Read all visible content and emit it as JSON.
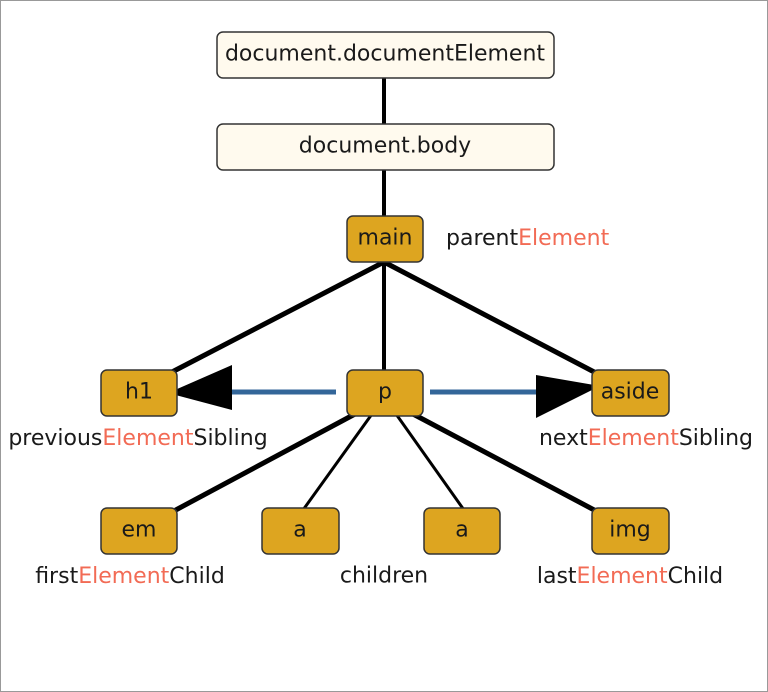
{
  "colors": {
    "doc_node_fill": "#fffaee",
    "element_node_fill": "#dda520",
    "node_stroke": "#333333",
    "tree_line": "#000000",
    "sibling_line": "#336699",
    "highlight_text": "#f26b55"
  },
  "nodes": {
    "document_element": "document.documentElement",
    "body": "document.body",
    "main": "main",
    "h1": "h1",
    "p": "p",
    "aside": "aside",
    "em": "em",
    "a1": "a",
    "a2": "a",
    "img": "img"
  },
  "labels": {
    "parent": {
      "pre": "parent",
      "hl": "Element",
      "post": ""
    },
    "previous_sibling": {
      "pre": "previous",
      "hl": "Element",
      "post": "Sibling"
    },
    "next_sibling": {
      "pre": "next",
      "hl": "Element",
      "post": "Sibling"
    },
    "first_child": {
      "pre": "first",
      "hl": "Element",
      "post": "Child"
    },
    "children": "children",
    "last_child": {
      "pre": "last",
      "hl": "Element",
      "post": "Child"
    }
  }
}
